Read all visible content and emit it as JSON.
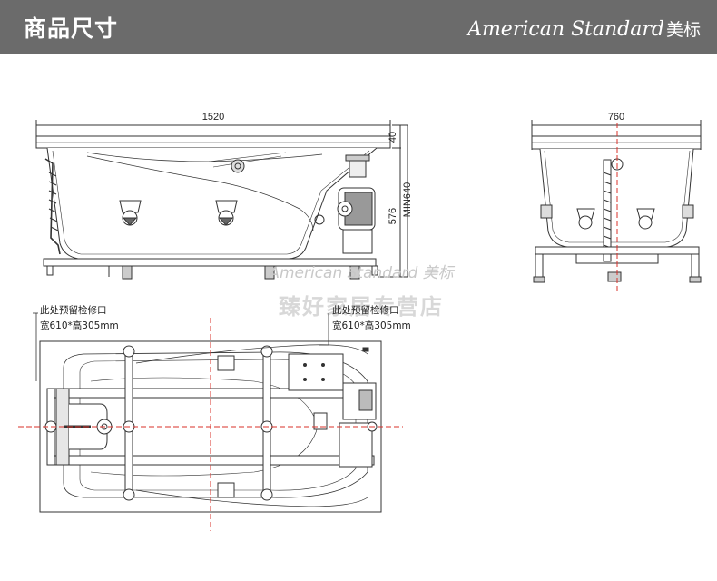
{
  "header": {
    "title": "商品尺寸",
    "brand": "American Standard",
    "brand_cn": "美标"
  },
  "side_view": {
    "length_label": "1520",
    "rim_label": "40",
    "height_label": "576",
    "min_label": "MIN640"
  },
  "end_view": {
    "width_label": "760"
  },
  "plan_view": {
    "note_left_line1": "此处预留检修口",
    "note_left_line2": "宽610*高305mm",
    "note_right_line1": "此处预留检修口",
    "note_right_line2": "宽610*高305mm"
  },
  "watermark": {
    "line1": "American Standard 美标",
    "line2": "臻好家居专营店"
  },
  "colors": {
    "header_bg": "#6b6b6b",
    "line": "#333333",
    "center_line": "#d9302a"
  }
}
